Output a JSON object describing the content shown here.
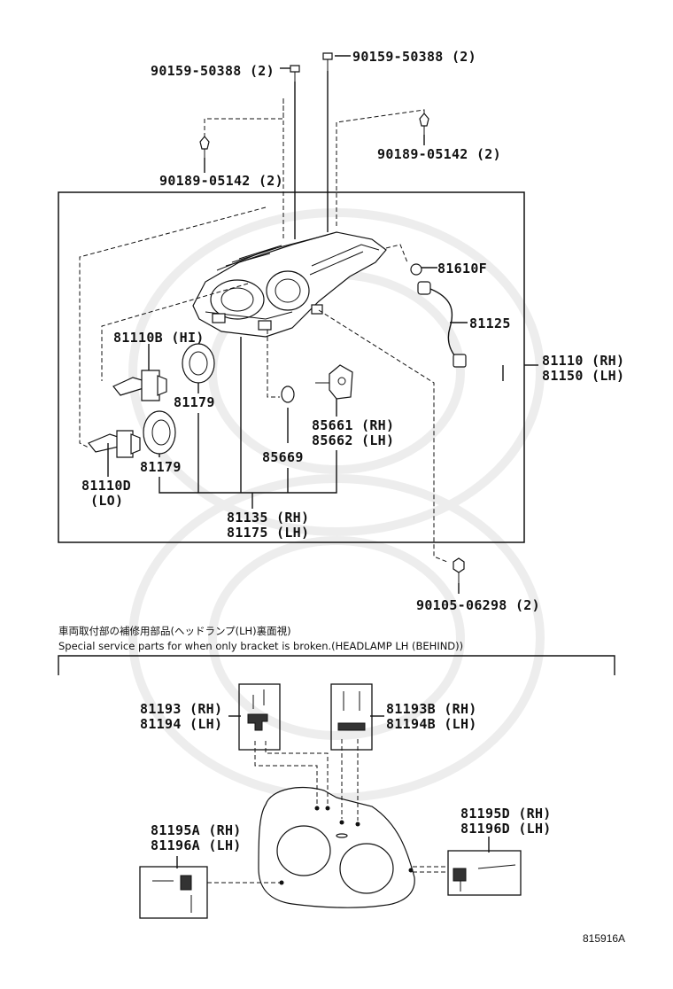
{
  "labels": {
    "bolt_top_left": "90159-50388 (2)",
    "bolt_top_right": "90159-50388 (2)",
    "clip_left": "90189-05142 (2)",
    "clip_right": "90189-05142 (2)",
    "bulb_socket": "81610F",
    "wire_harness": "81125",
    "assy_rh": "81110 (RH)",
    "assy_lh": "81150 (LH)",
    "bulb_hi": "81110B (HI)",
    "bulb_lo_1": "81110D",
    "bulb_lo_2": "(LO)",
    "cover_upper": "81179",
    "cover_lower": "81179",
    "grommet": "85669",
    "actuator_rh": "85661 (RH)",
    "actuator_lh": "85662 (LH)",
    "unit_rh": "81135 (RH)",
    "unit_lh": "81175 (LH)",
    "screw_bottom": "90105-06298 (2)",
    "note_jp": "車両取付部の補修用部品(ヘッドランプ(LH)裏面視)",
    "note_en": "Special service parts for when only bracket is broken.(HEADLAMP LH (BEHIND))",
    "bracket_a_rh": "81193 (RH)",
    "bracket_a_lh": "81194 (LH)",
    "bracket_b_rh": "81193B (RH)",
    "bracket_b_lh": "81194B (LH)",
    "bracket_c_rh": "81195A (RH)",
    "bracket_c_lh": "81196A (LH)",
    "bracket_d_rh": "81195D (RH)",
    "bracket_d_lh": "81196D (LH)",
    "figure_code": "815916A"
  }
}
